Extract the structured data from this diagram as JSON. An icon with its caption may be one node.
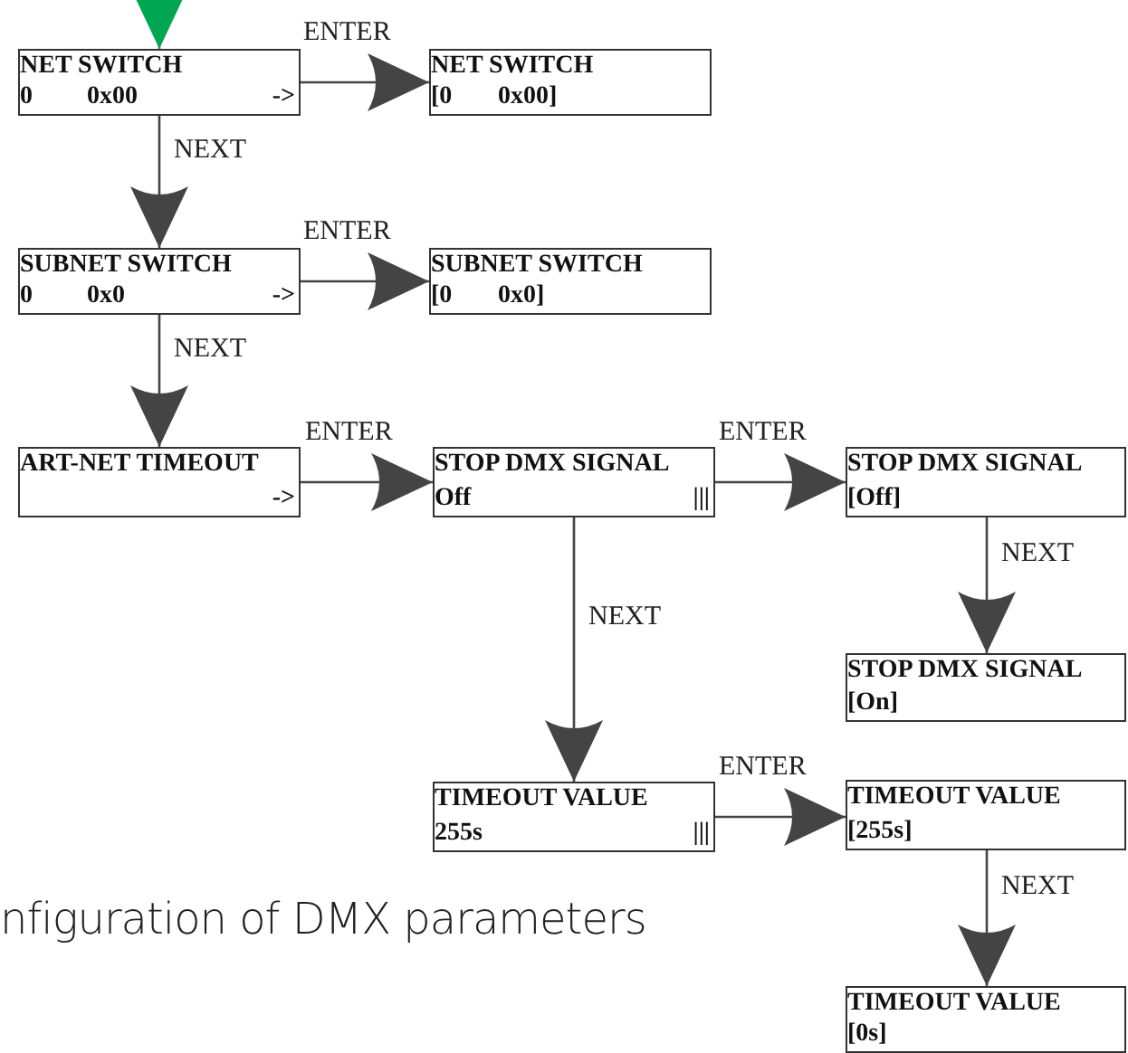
{
  "diagram": {
    "caption": "nfiguration of DMX parameters",
    "nodes": [
      {
        "text": [
          "NET SWITCH",
          "0",
          "0x00",
          "->"
        ]
      },
      {
        "text": [
          "NET SWITCH",
          "[0",
          "0x00]"
        ]
      },
      {
        "text": [
          "SUBNET SWITCH",
          "0",
          "0x0",
          "->"
        ]
      },
      {
        "text": [
          "SUBNET SWITCH",
          "[0",
          "0x0]"
        ]
      },
      {
        "text": [
          "ART-NET TIMEOUT",
          "->"
        ]
      },
      {
        "text": [
          "STOP DMX SIGNAL",
          "Off",
          "|||"
        ]
      },
      {
        "text": [
          "STOP DMX SIGNAL",
          "[Off]"
        ]
      },
      {
        "text": [
          "STOP DMX SIGNAL",
          "[On]"
        ]
      },
      {
        "text": [
          "TIMEOUT VALUE",
          "255s",
          "|||"
        ]
      },
      {
        "text": [
          "TIMEOUT VALUE",
          "[255s]"
        ]
      },
      {
        "text": [
          "TIMEOUT VALUE",
          "[0s]"
        ]
      }
    ],
    "edges": [
      {
        "from": null,
        "to": 0,
        "arrow": "to",
        "color": "#00a651"
      },
      {
        "from": 0,
        "to": 1,
        "arrow": "to",
        "label": "ENTER"
      },
      {
        "from": 0,
        "to": 2,
        "arrow": "to",
        "label": "NEXT"
      },
      {
        "from": 2,
        "to": 3,
        "arrow": "to",
        "label": "ENTER"
      },
      {
        "from": 2,
        "to": 4,
        "arrow": "to",
        "label": "NEXT"
      },
      {
        "from": 4,
        "to": 5,
        "arrow": "to",
        "label": "ENTER"
      },
      {
        "from": 5,
        "to": 6,
        "arrow": "to",
        "label": "ENTER"
      },
      {
        "from": 6,
        "to": 7,
        "arrow": "to",
        "label": "NEXT"
      },
      {
        "from": 5,
        "to": 8,
        "arrow": "to",
        "label": "NEXT"
      },
      {
        "from": 8,
        "to": 9,
        "arrow": "to",
        "label": "ENTER"
      },
      {
        "from": 9,
        "to": 10,
        "arrow": "to",
        "label": "NEXT"
      }
    ]
  }
}
